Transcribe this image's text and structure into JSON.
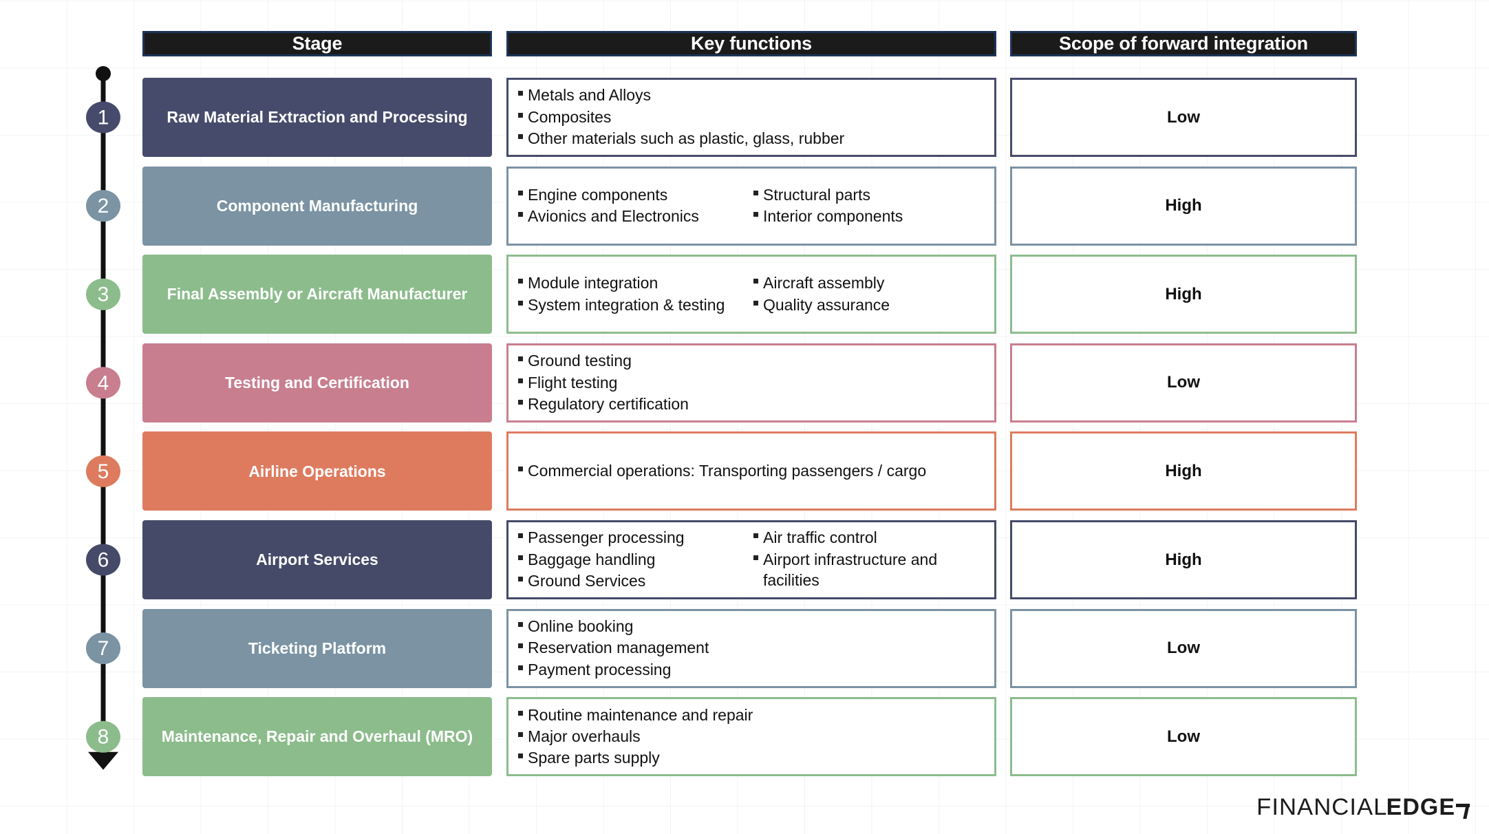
{
  "palette": {
    "navy_dark": "#474B6B",
    "navy_darker": "#414563",
    "slate": "#7B93A3",
    "green": "#8CBC8C",
    "rose": "#C87E8E",
    "coral": "#DE7B5E",
    "header_bg": "#1b1b1b",
    "header_border": "#1d3557",
    "text_dark": "#111111"
  },
  "headers": {
    "stage": "Stage",
    "key_functions": "Key functions",
    "scope": "Scope of forward integration"
  },
  "logo": {
    "thin": "FINANCIAL",
    "bold": "EDGE",
    "mark": "corner-mark"
  },
  "rows": [
    {
      "number": "1",
      "stage": "Raw Material Extraction and Processing",
      "color": "#474B6B",
      "functions_left": [
        "Metals and Alloys",
        "Composites",
        "Other materials such as plastic, glass, rubber"
      ],
      "functions_right": [],
      "single_column": true,
      "scope": "Low"
    },
    {
      "number": "2",
      "stage": "Component Manufacturing",
      "color": "#7B93A3",
      "functions_left": [
        "Engine components",
        "Avionics and Electronics"
      ],
      "functions_right": [
        "Structural parts",
        "Interior components"
      ],
      "single_column": false,
      "scope": "High"
    },
    {
      "number": "3",
      "stage": "Final Assembly or Aircraft Manufacturer",
      "color": "#8CBC8C",
      "functions_left": [
        "Module integration",
        "System integration & testing"
      ],
      "functions_right": [
        "Aircraft assembly",
        "Quality assurance"
      ],
      "single_column": false,
      "scope": "High"
    },
    {
      "number": "4",
      "stage": "Testing and Certification",
      "color": "#C87E8E",
      "functions_left": [
        "Ground testing",
        "Flight testing",
        "Regulatory certification"
      ],
      "functions_right": [],
      "single_column": true,
      "scope": "Low"
    },
    {
      "number": "5",
      "stage": "Airline Operations",
      "color": "#DE7B5E",
      "functions_left": [
        "Commercial operations: Transporting passengers / cargo"
      ],
      "functions_right": [],
      "single_column": true,
      "scope": "High"
    },
    {
      "number": "6",
      "stage": "Airport Services",
      "color": "#454A68",
      "functions_left": [
        "Passenger processing",
        "Baggage handling",
        "Ground Services"
      ],
      "functions_right": [
        "Air traffic control",
        "Airport infrastructure and facilities"
      ],
      "single_column": false,
      "scope": "High"
    },
    {
      "number": "7",
      "stage": "Ticketing Platform",
      "color": "#7B93A3",
      "functions_left": [
        "Online booking",
        "Reservation management",
        "Payment processing"
      ],
      "functions_right": [],
      "single_column": true,
      "scope": "Low"
    },
    {
      "number": "8",
      "stage": "Maintenance, Repair and Overhaul (MRO)",
      "color": "#8CBC8C",
      "functions_left": [
        "Routine maintenance and repair",
        "Major overhauls",
        "Spare parts supply"
      ],
      "functions_right": [],
      "single_column": true,
      "scope": "Low"
    }
  ]
}
